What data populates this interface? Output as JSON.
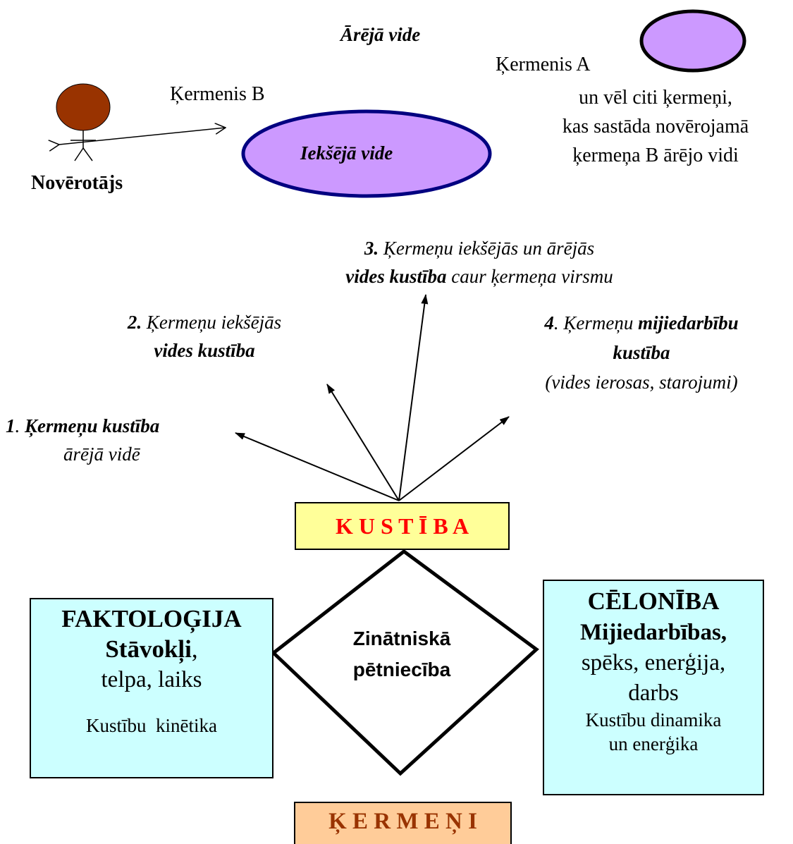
{
  "top": {
    "outer_env_label": "Ārējā vide",
    "body_a_label": "Ķermenis A",
    "body_b_label": "Ķermenis B",
    "inner_env_label": "Iekšējā vide",
    "observer_label": "Novērotājs",
    "note_lines": [
      "un vēl citi ķermeņi,",
      "kas sastāda novērojamā",
      "ķermeņa B ārējo vidi"
    ]
  },
  "motions": {
    "m1": {
      "num": "1",
      "punct": ".",
      "bold": "Ķermeņu kustība",
      "rest": "ārējā vidē"
    },
    "m2": {
      "num": "2.",
      "line1_rest": "Ķermeņu iekšējās",
      "line2_bold": "vides kustība"
    },
    "m3": {
      "num": "3.",
      "line1_rest": "Ķermeņu iekšējās un ārējās",
      "line2_bold": "vides kustība",
      "line2_rest": "caur ķermeņa virsmu"
    },
    "m4": {
      "num": "4",
      "punct": ".",
      "line1_rest": "Ķermeņu",
      "line1_bold": "mijiedarbību",
      "line2_bold": "kustība",
      "line3": "(vides ierosas, starojumi)"
    }
  },
  "center": {
    "kustiba": "K U S T Ī B A",
    "diamond_line1": "Zinātniskā",
    "diamond_line2": "pētniecība",
    "kermeni": "Ķ E R M E Ņ I"
  },
  "left_box": {
    "title": "FAKTOLOĢIJA",
    "line2_bold": "Stāvokļi",
    "line2_rest": ",",
    "line3": "telpa, laiks",
    "line4": "Kustību  kinētika"
  },
  "right_box": {
    "title": "CĒLONĪBA",
    "line2": "Mijiedarbības,",
    "line3": "spēks, enerģija,",
    "line4": "darbs",
    "line5": "Kustību dinamika",
    "line6": "un enerģika"
  },
  "colors": {
    "purple_fill": "#cc99ff",
    "brown_head": "#993300",
    "yellow_box": "#ffff99",
    "cyan_box": "#ccffff",
    "orange_box": "#ffcc99",
    "red_text": "#ff0000",
    "brown_text": "#993300",
    "dark_blue": "#000080"
  }
}
